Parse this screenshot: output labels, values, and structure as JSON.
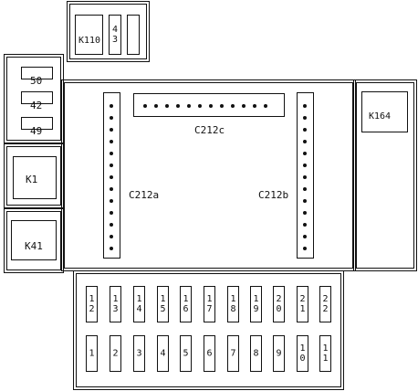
{
  "relays": {
    "k110": "K110",
    "k164": "K164",
    "k1": "K1",
    "k41": "K41"
  },
  "small_fuse_top": "43",
  "left_fuses": [
    "50",
    "42",
    "49"
  ],
  "connectors": {
    "c212a": "C212a",
    "c212b": "C212b",
    "c212c": "C212c"
  },
  "fuse_row_top": [
    "12",
    "13",
    "14",
    "15",
    "16",
    "17",
    "18",
    "19",
    "20",
    "21",
    "22"
  ],
  "fuse_row_bottom": [
    "1",
    "2",
    "3",
    "4",
    "5",
    "6",
    "7",
    "8",
    "9",
    "10",
    "11"
  ]
}
